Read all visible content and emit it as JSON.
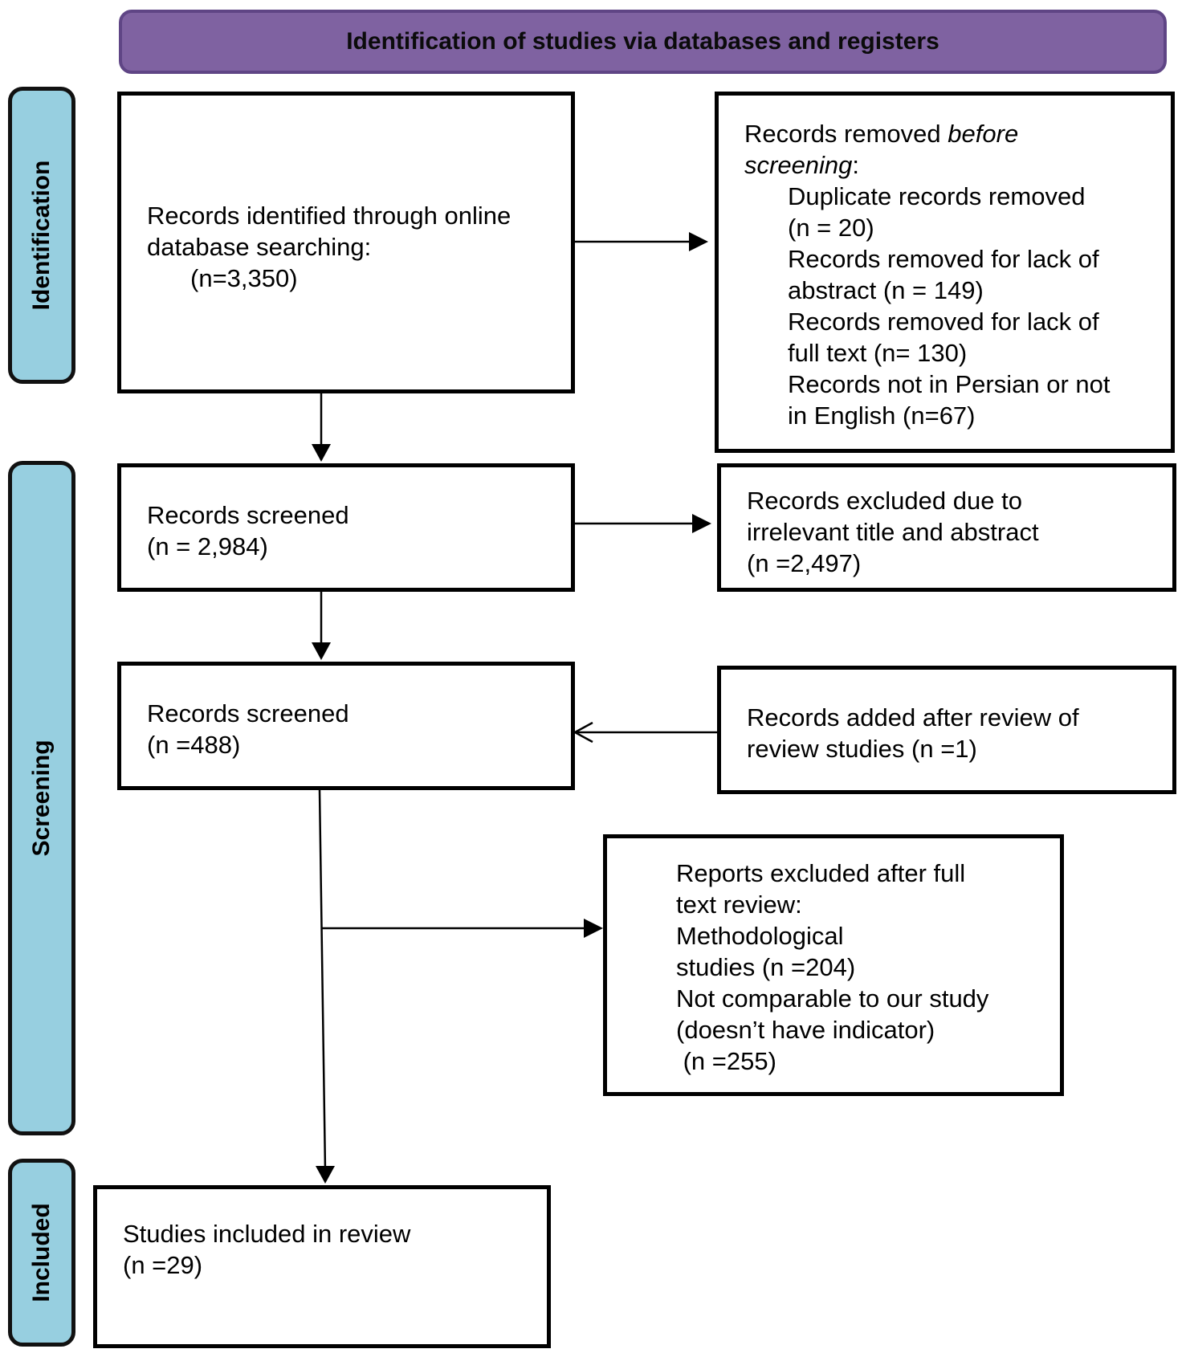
{
  "header": {
    "title": "Identification of studies via databases and registers"
  },
  "phases": {
    "identification": "Identification",
    "screening": "Screening",
    "included": "Included"
  },
  "colors": {
    "header_fill": "#7f62a1",
    "phase_fill": "#97cfe0"
  },
  "boxes": {
    "records_identified": {
      "line1": "Records identified through online",
      "line2": "database searching:",
      "line3": "(n=3,350)"
    },
    "removed_before_screening": {
      "title_plain": "Records removed ",
      "title_italic": "before",
      "title_italic2": "screening",
      "title_colon": ":",
      "items": [
        "Duplicate records removed",
        "(n = 20)",
        "Records removed for lack of",
        "abstract (n = 149)",
        "Records removed for lack of",
        "full text (n= 130)",
        "Records not in Persian or not",
        "in English (n=67)"
      ]
    },
    "records_screened_1": {
      "line1": "Records screened",
      "line2": "(n = 2,984)"
    },
    "records_excluded": {
      "line1": "Records excluded due to",
      "line2": "irrelevant title and abstract",
      "line3": "(n =2,497)"
    },
    "records_screened_2": {
      "line1": "Records screened",
      "line2": "(n =488)"
    },
    "records_added": {
      "line1": "Records added after review of",
      "line2": "review studies (n =1)"
    },
    "reports_excluded": {
      "lines": [
        "Reports excluded after full",
        "text review:",
        "Methodological",
        "studies (n =204)",
        "Not comparable to our study",
        "(doesn’t have indicator)",
        " (n =255)"
      ]
    },
    "studies_included": {
      "line1": "Studies included in review",
      "line2": "(n =29)"
    }
  }
}
